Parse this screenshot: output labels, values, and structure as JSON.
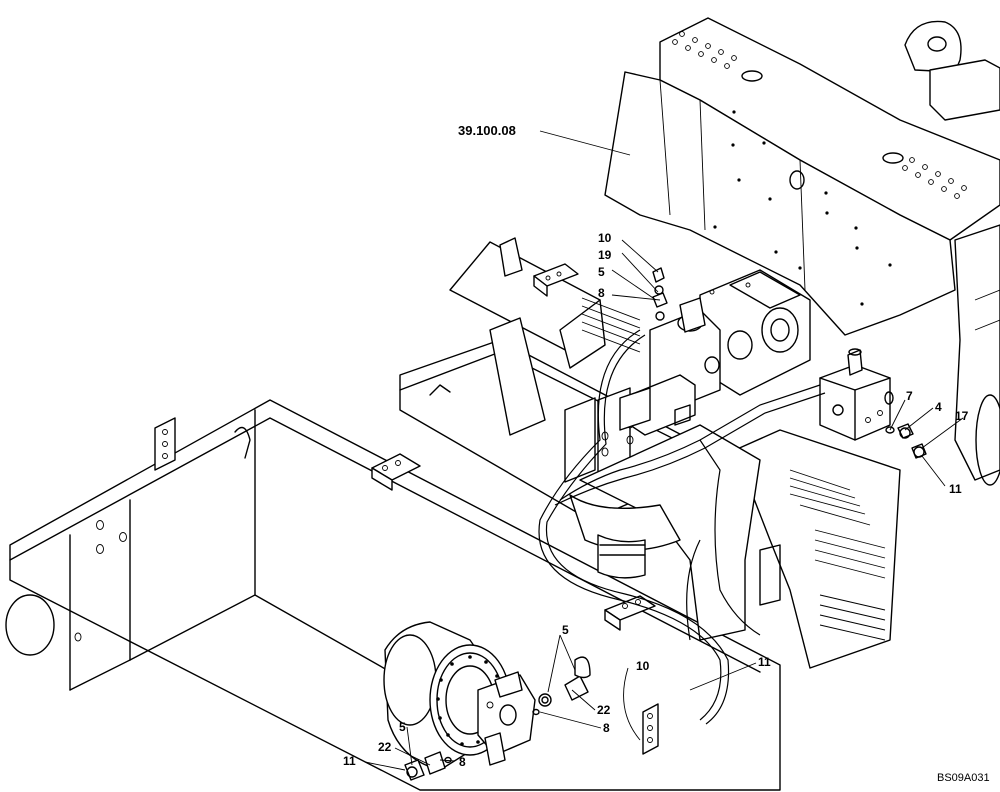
{
  "figure": {
    "reference_code": "BS09A031",
    "main_callout": "39.100.08"
  },
  "callouts": {
    "c10_top": "10",
    "c19": "19",
    "c5_top": "5",
    "c8_top": "8",
    "c7": "7",
    "c4": "4",
    "c17": "17",
    "c11_right": "11",
    "c5_mid": "5",
    "c10_mid": "10",
    "c11_mid": "11",
    "c22_mid": "22",
    "c8_mid": "8",
    "c5_low": "5",
    "c22_low": "22",
    "c8_low": "8",
    "c11_low": "11"
  }
}
